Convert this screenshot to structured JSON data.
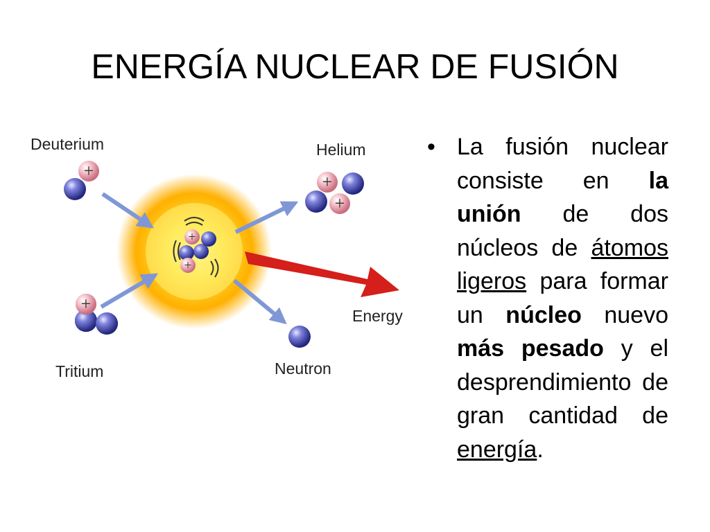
{
  "slide": {
    "title": "ENERGÍA NUCLEAR DE FUSIÓN"
  },
  "diagram": {
    "labels": {
      "deuterium": "Deuterium",
      "helium": "Helium",
      "tritium": "Tritium",
      "neutron": "Neutron",
      "energy": "Energy"
    },
    "plus_sign": "+",
    "colors": {
      "neutron": "#4a4fb8",
      "proton": "#e89aa8",
      "arrow": "#7f97d6",
      "energy_arrow": "#d41f1a",
      "glow_center": "#ffec3a",
      "glow_edge": "#ff9a00"
    }
  },
  "bullet": {
    "symbol": "•",
    "segments": {
      "s1": "La fusión nuclear consiste en ",
      "s2": "la unión",
      "s3": " de dos núcleos de ",
      "s4": "átomos ligeros",
      "s5": " para formar un ",
      "s6": "núcleo",
      "s7": " nuevo ",
      "s8": "más pesado",
      "s9": " y el desprendimiento de gran cantidad de ",
      "s10": "energía",
      "s11": "."
    }
  }
}
